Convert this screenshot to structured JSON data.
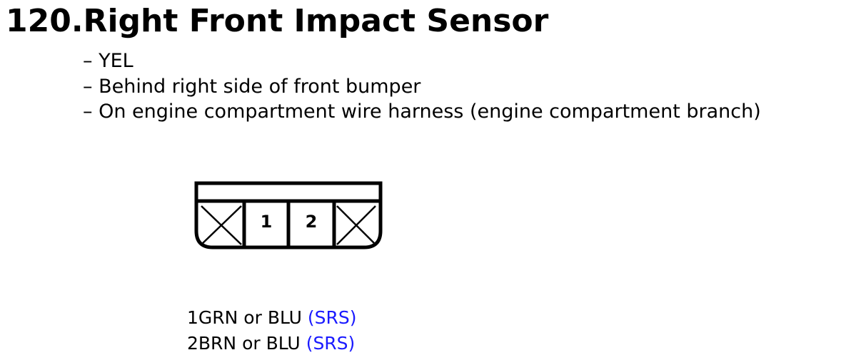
{
  "title": "120.Right Front Impact Sensor",
  "details": [
    "– YEL",
    "– Behind right side of front bumper",
    "– On engine compartment wire harness (engine compartment branch)"
  ],
  "connector": {
    "pins": [
      "1",
      "2"
    ]
  },
  "wires": [
    {
      "pin": "1",
      "text": "GRN or BLU",
      "system": "(SRS)"
    },
    {
      "pin": "2",
      "text": "BRN or BLU",
      "system": "(SRS)"
    }
  ],
  "colors": {
    "system": "#1a1aff",
    "line": "#000000"
  }
}
